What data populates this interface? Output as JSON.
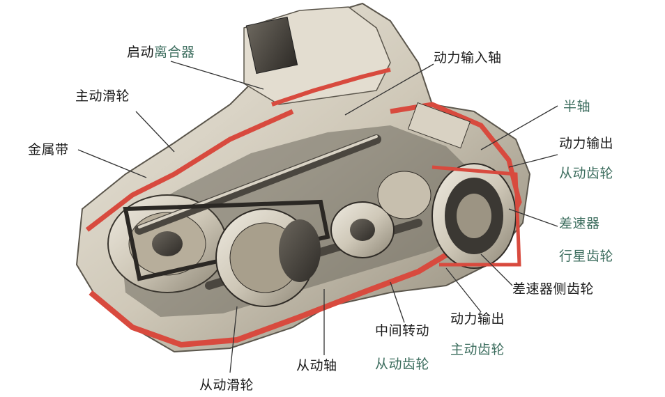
{
  "colors": {
    "label_dark": "#1a1a1a",
    "label_green": "#3c6d5e",
    "housing": "#d9d4c8",
    "cutaway_red": "#d84a3e",
    "leader_line": "#333333"
  },
  "labels": {
    "starting_clutch": {
      "part1": "启动",
      "part2": "离合器"
    },
    "drive_pulley": "主动滑轮",
    "metal_belt": "金属带",
    "input_shaft": "动力输入轴",
    "half_shaft": "半轴",
    "output_driven_gear": {
      "line1": "动力输出",
      "line2": "从动齿轮"
    },
    "differential_planetary": {
      "line1": "差速器",
      "line2": "行星齿轮"
    },
    "differential_side_gear": "差速器侧齿轮",
    "output_drive_gear": {
      "line1": "动力输出",
      "line2": "主动齿轮"
    },
    "intermediate_driven_gear": {
      "line1": "中间转动",
      "line2": "从动齿轮"
    },
    "driven_shaft": "从动轴",
    "driven_pulley": "从动滑轮"
  }
}
